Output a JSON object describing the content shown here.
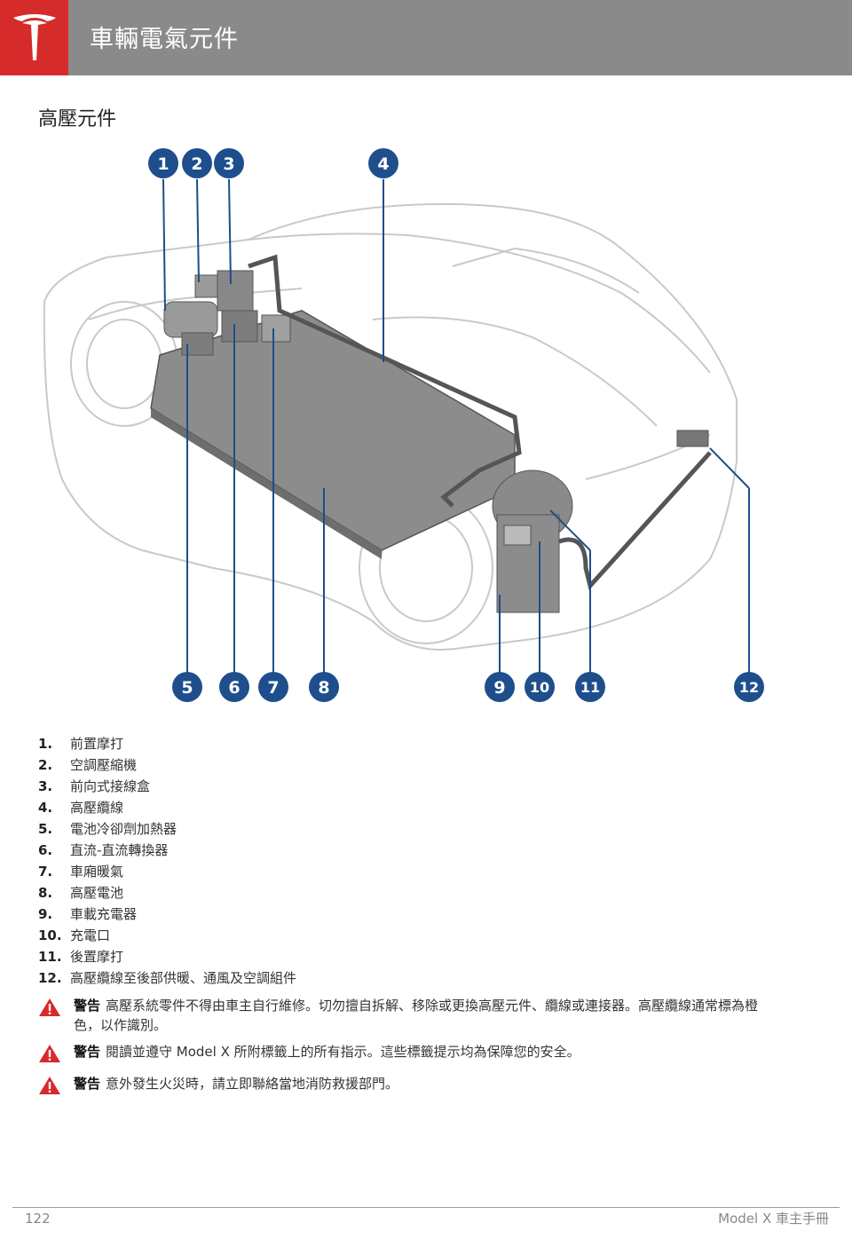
{
  "header": {
    "title": "車輛電氣元件"
  },
  "section": {
    "title": "高壓元件"
  },
  "callouts_top": [
    "1",
    "2",
    "3",
    "4"
  ],
  "callouts_bottom": [
    "5",
    "6",
    "7",
    "8",
    "9",
    "10",
    "11",
    "12"
  ],
  "legend": [
    {
      "num": "1.",
      "text": "前置摩打"
    },
    {
      "num": "2.",
      "text": "空調壓縮機"
    },
    {
      "num": "3.",
      "text": "前向式接線盒"
    },
    {
      "num": "4.",
      "text": "高壓纜線"
    },
    {
      "num": "5.",
      "text": "電池冷卻劑加熱器"
    },
    {
      "num": "6.",
      "text": "直流-直流轉換器"
    },
    {
      "num": "7.",
      "text": "車廂暖氣"
    },
    {
      "num": "8.",
      "text": "高壓電池"
    },
    {
      "num": "9.",
      "text": "車載充電器"
    },
    {
      "num": "10.",
      "text": "充電口"
    },
    {
      "num": "11.",
      "text": "後置摩打"
    },
    {
      "num": "12.",
      "text": "高壓纜線至後部供暖、通風及空調組件"
    }
  ],
  "warnings": [
    {
      "label": "警告",
      "text": "高壓系統零件不得由車主自行維修。切勿擅自拆解、移除或更換高壓元件、纜線或連接器。高壓纜線通常標為橙色，以作識別。"
    },
    {
      "label": "警告",
      "text": "閱讀並遵守 Model X 所附標籤上的所有指示。這些標籤提示均為保障您的安全。"
    },
    {
      "label": "警告",
      "text": "意外發生火災時，請立即聯絡當地消防救援部門。"
    }
  ],
  "footer": {
    "page": "122",
    "doc_title": "Model X 車主手冊"
  },
  "colors": {
    "header": "#8a8a8a",
    "logo_bg": "#d62b2b",
    "callout": "#1f4e8c",
    "warning": "#d62b2b"
  }
}
